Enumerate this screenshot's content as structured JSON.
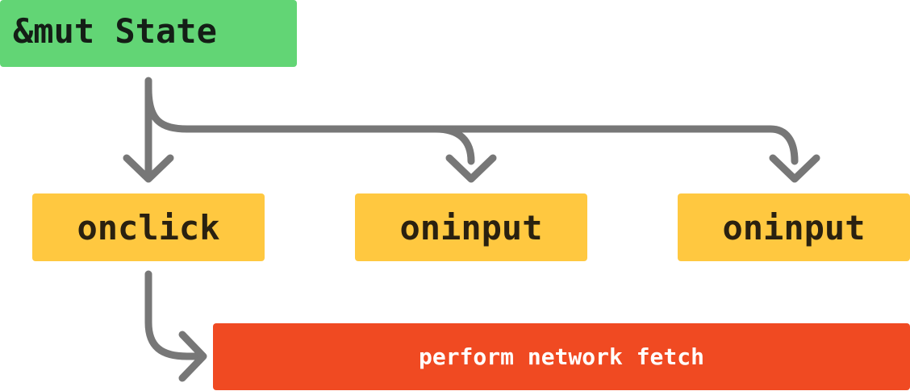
{
  "nodes": {
    "state": {
      "label": "&mut State"
    },
    "onclick": {
      "label": "onclick"
    },
    "oninput_1": {
      "label": "oninput"
    },
    "oninput_2": {
      "label": "oninput"
    },
    "fetch": {
      "label": "perform network fetch"
    }
  },
  "edges": [
    {
      "from": "state",
      "to": "onclick"
    },
    {
      "from": "state",
      "to": "oninput_1"
    },
    {
      "from": "state",
      "to": "oninput_2"
    },
    {
      "from": "onclick",
      "to": "fetch"
    }
  ],
  "colors": {
    "state": "#62d575",
    "handler": "#ffc840",
    "fetch": "#f04a22",
    "arrow": "#777777"
  }
}
